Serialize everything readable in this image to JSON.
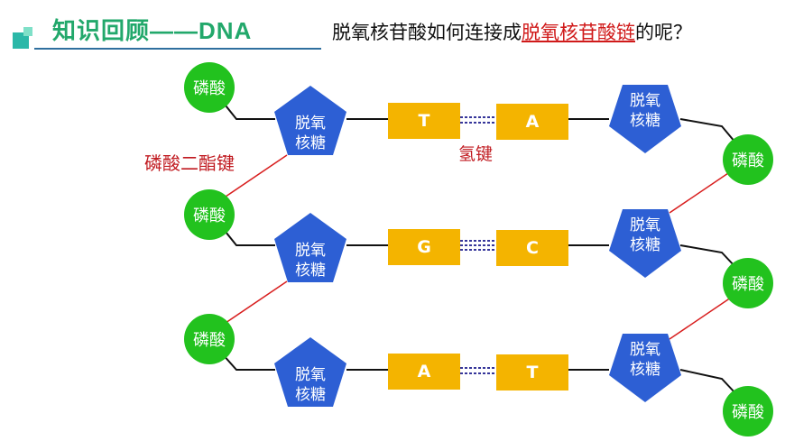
{
  "header": {
    "title": "知识回顾——DNA",
    "question_prefix": "脱氧核苷酸如何连接成",
    "question_highlight": "脱氧核苷酸链",
    "question_suffix": "的呢？"
  },
  "labels": {
    "phosphate": "磷酸",
    "sugar_line1": "脱氧",
    "sugar_line2": "核糖",
    "phosphodiester_bond": "磷酸二酯键",
    "hydrogen_bond": "氢键"
  },
  "base_pairs": [
    {
      "left": "T",
      "right": "A"
    },
    {
      "left": "G",
      "right": "C"
    },
    {
      "left": "A",
      "right": "T"
    }
  ],
  "colors": {
    "phosphate_fill": "#22c21e",
    "sugar_fill": "#2d5fd4",
    "base_fill": "#f4b400",
    "bond_red": "#d81e1e",
    "hbond_navy": "#1a1a8c",
    "title_green": "#22a86b"
  }
}
